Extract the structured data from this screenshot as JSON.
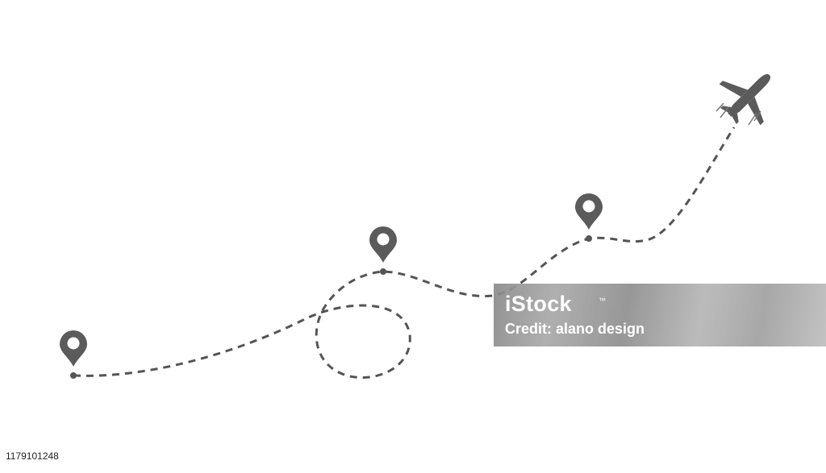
{
  "route": {
    "line_color": "#555555",
    "style": "dashed"
  },
  "pins": [
    {
      "icon": "map-pin-icon",
      "color": "#5b5b5b"
    },
    {
      "icon": "map-pin-icon",
      "color": "#5b5b5b"
    },
    {
      "icon": "map-pin-icon",
      "color": "#5b5b5b"
    }
  ],
  "plane": {
    "icon": "airplane-icon",
    "color": "#5b5b5b"
  },
  "watermark": {
    "brand": "iStock",
    "credit": "Credit: alano design",
    "mark": "™"
  },
  "stock_id": "1179101248"
}
